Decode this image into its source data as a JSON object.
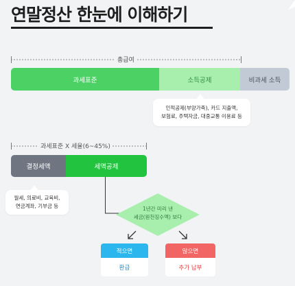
{
  "title": "연말정산 한눈에 이해하기",
  "colors": {
    "green": "#4cd164",
    "light_green": "#a8efad",
    "gray_blue": "#c2cad6",
    "dark_gray": "#6f7682",
    "blue": "#2bb7ee",
    "red": "#f26565"
  },
  "top_section": {
    "bracket_label": "총급여",
    "bar": {
      "taxable": "과세표준",
      "deduction": "소득공제",
      "nontaxable": "비과세 소득"
    },
    "bubble": {
      "line1": "인적공제(부양가족), 카드 지출액,",
      "line2": "보험료, 주택자금, 대중교통 이용료 등"
    }
  },
  "middle_section": {
    "bracket_label": "과세표준 X 세율(6~45%)",
    "bar": {
      "determined": "결정세액",
      "credit": "세액공제"
    },
    "bubble": {
      "line1": "월세, 의료비, 교육비,",
      "line2": "연금계좌, 기부금 등"
    }
  },
  "decision": {
    "line1": "1년간 미리 낸",
    "line2": "세금(원천징수액) 보다"
  },
  "outcomes": {
    "less": {
      "label": "적으면",
      "result": "환급"
    },
    "more": {
      "label": "많으면",
      "result": "추가 납부"
    }
  }
}
